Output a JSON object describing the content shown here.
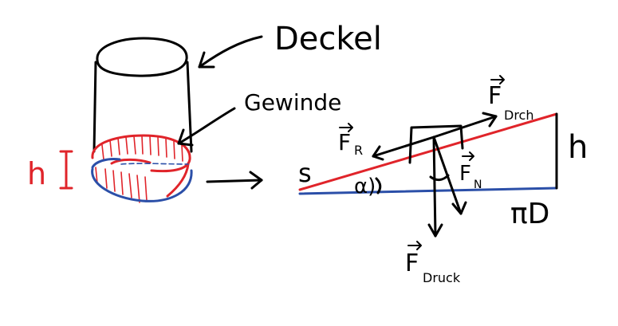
{
  "labels": {
    "lid": "Deckel",
    "thread": "Gewinde",
    "height_left": "h",
    "slope_start": "s",
    "angle": "α)",
    "circumference": "πD",
    "height_right": "h",
    "force_friction_base": "F",
    "force_friction_sub": "R",
    "force_torque_base": "F",
    "force_torque_sub": "Drch",
    "force_normal_base": "F",
    "force_normal_sub": "N",
    "force_pressure_base": "F",
    "force_pressure_sub": "Druck"
  },
  "colors": {
    "ink": "#000000",
    "thread_red": "#e0242a",
    "thread_blue": "#2b4fa8"
  }
}
